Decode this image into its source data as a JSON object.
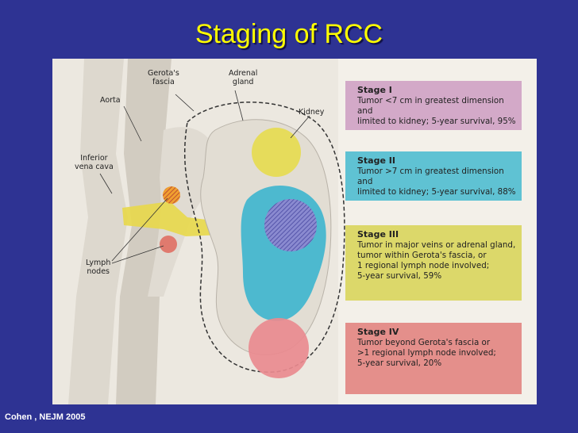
{
  "slide": {
    "title": "Staging of RCC",
    "citation": "Cohen , NEJM 2005"
  },
  "labels": {
    "aorta": "Aorta",
    "gerotas_fascia": "Gerota's\nfascia",
    "adrenal_gland": "Adrenal\ngland",
    "kidney": "Kidney",
    "inferior_vena_cava": "Inferior\nvena cava",
    "lymph_nodes": "Lymph\nnodes"
  },
  "stages": [
    {
      "name": "Stage I",
      "desc": "Tumor <7 cm in greatest dimension and\nlimited to kidney; 5-year survival, 95%",
      "color": "#d3a9c8"
    },
    {
      "name": "Stage II",
      "desc": "Tumor >7 cm in greatest dimension and\nlimited to kidney; 5-year survival, 88%",
      "color": "#5fc2d3"
    },
    {
      "name": "Stage III",
      "desc": "Tumor in major veins or adrenal gland,\ntumor within Gerota's fascia, or\n1 regional lymph node involved;\n5-year survival, 59%",
      "color": "#dcd86a"
    },
    {
      "name": "Stage IV",
      "desc": "Tumor beyond Gerota's fascia or\n>1 regional lymph node involved;\n5-year survival, 20%",
      "color": "#e48f8b"
    }
  ],
  "colors": {
    "background": "#2e3393",
    "title": "#ffff00",
    "tumor_stage1": "#e6dc4a",
    "tumor_stage2": "#4db9cf",
    "tumor_stage4": "#e98a8f",
    "lymph_node": "#e07a6e",
    "adrenal_gland": "#e8d84a"
  }
}
